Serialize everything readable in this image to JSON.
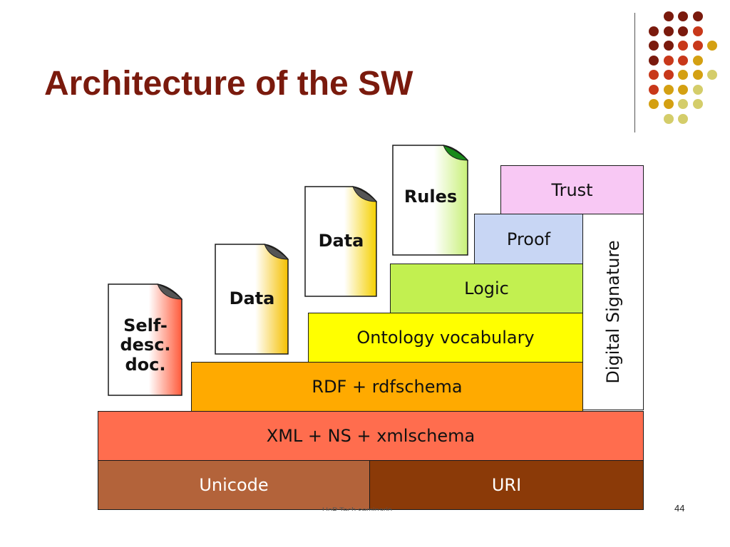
{
  "slide": {
    "title": "Architecture of the SW",
    "page_number": "44",
    "footer": "UoP Tech seminario"
  },
  "colors": {
    "title": "#7a1a0d",
    "unicode": "#b3633a",
    "uri": "#8b3a08",
    "xml": "#ff6d4e",
    "rdf": "#ffaa00",
    "ontology": "#ffff00",
    "logic": "#c2f050",
    "proof": "#c8d6f4",
    "trust": "#f8c8f4",
    "signature": "#ffffff"
  },
  "layers": {
    "unicode": "Unicode",
    "uri": "URI",
    "xml": "XML + NS + xmlschema",
    "rdf": "RDF + rdfschema",
    "ontology": "Ontology vocabulary",
    "logic": "Logic",
    "proof": "Proof",
    "trust": "Trust",
    "signature": "Digital Signature"
  },
  "documents": {
    "selfdesc": "Self-\ndesc.\ndoc.",
    "data1": "Data",
    "data2": "Data",
    "rules": "Rules"
  },
  "decoration": {
    "dot_grid_colors": [
      "#7a1a0d",
      "#c8381a",
      "#d4a012",
      "#d4cd6a"
    ]
  }
}
